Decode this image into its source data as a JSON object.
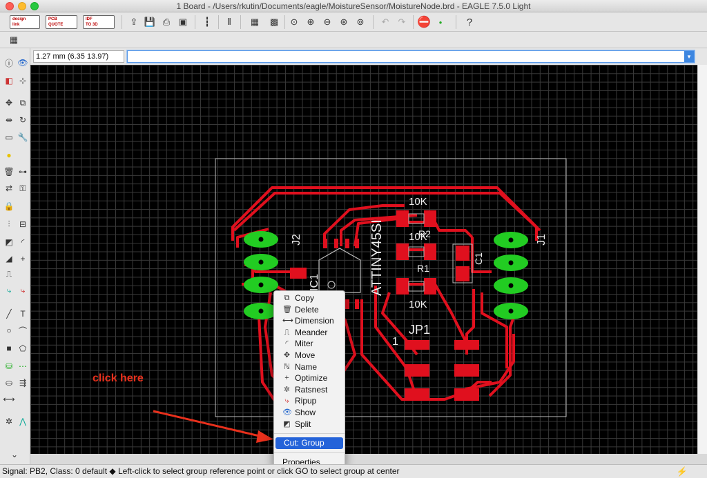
{
  "window": {
    "title": "1 Board - /Users/rkutin/Documents/eagle/MoistureSensor/MoistureNode.brd - EAGLE 7.5.0 Light"
  },
  "toolbar": {
    "brand_buttons": [
      {
        "line1": "design",
        "line2": "link"
      },
      {
        "line1": "PCB",
        "line2": "QUOTE"
      },
      {
        "line1": "IDF",
        "line2": "TO 3D"
      }
    ]
  },
  "coordinate_readout": "1.27 mm (6.35 13.97)",
  "command_input": {
    "value": ""
  },
  "board": {
    "part_labels": [
      "J2",
      "J1",
      "ATTINY45SI",
      "10K",
      "R2",
      "10K",
      "R1",
      "10K",
      "C1",
      "JP1",
      "1",
      "IC1"
    ]
  },
  "annotation": "click here",
  "context_menu": {
    "items": [
      {
        "label": "Copy",
        "icon": "copy-icon"
      },
      {
        "label": "Delete",
        "icon": "trash-icon"
      },
      {
        "label": "Dimension",
        "icon": "dimension-icon"
      },
      {
        "label": "Meander",
        "icon": "meander-icon"
      },
      {
        "label": "Miter",
        "icon": "miter-icon"
      },
      {
        "label": "Move",
        "icon": "move-icon"
      },
      {
        "label": "Name",
        "icon": "name-icon"
      },
      {
        "label": "Optimize",
        "icon": "optimize-icon"
      },
      {
        "label": "Ratsnest",
        "icon": "ratsnest-icon"
      },
      {
        "label": "Ripup",
        "icon": "ripup-icon"
      },
      {
        "label": "Show",
        "icon": "eye-icon"
      },
      {
        "label": "Split",
        "icon": "split-icon"
      }
    ],
    "selected": "Cut: Group",
    "properties": "Properties"
  },
  "status": {
    "text": "Signal: PB2, Class: 0 default  ◆ Left-click to select group reference point or click GO to select group at center"
  },
  "colors": {
    "trace": "#e0101e",
    "pad": "#22cc22",
    "canvas": "#000000",
    "menu_selected": "#2463d9",
    "annotation": "#e8301c"
  }
}
